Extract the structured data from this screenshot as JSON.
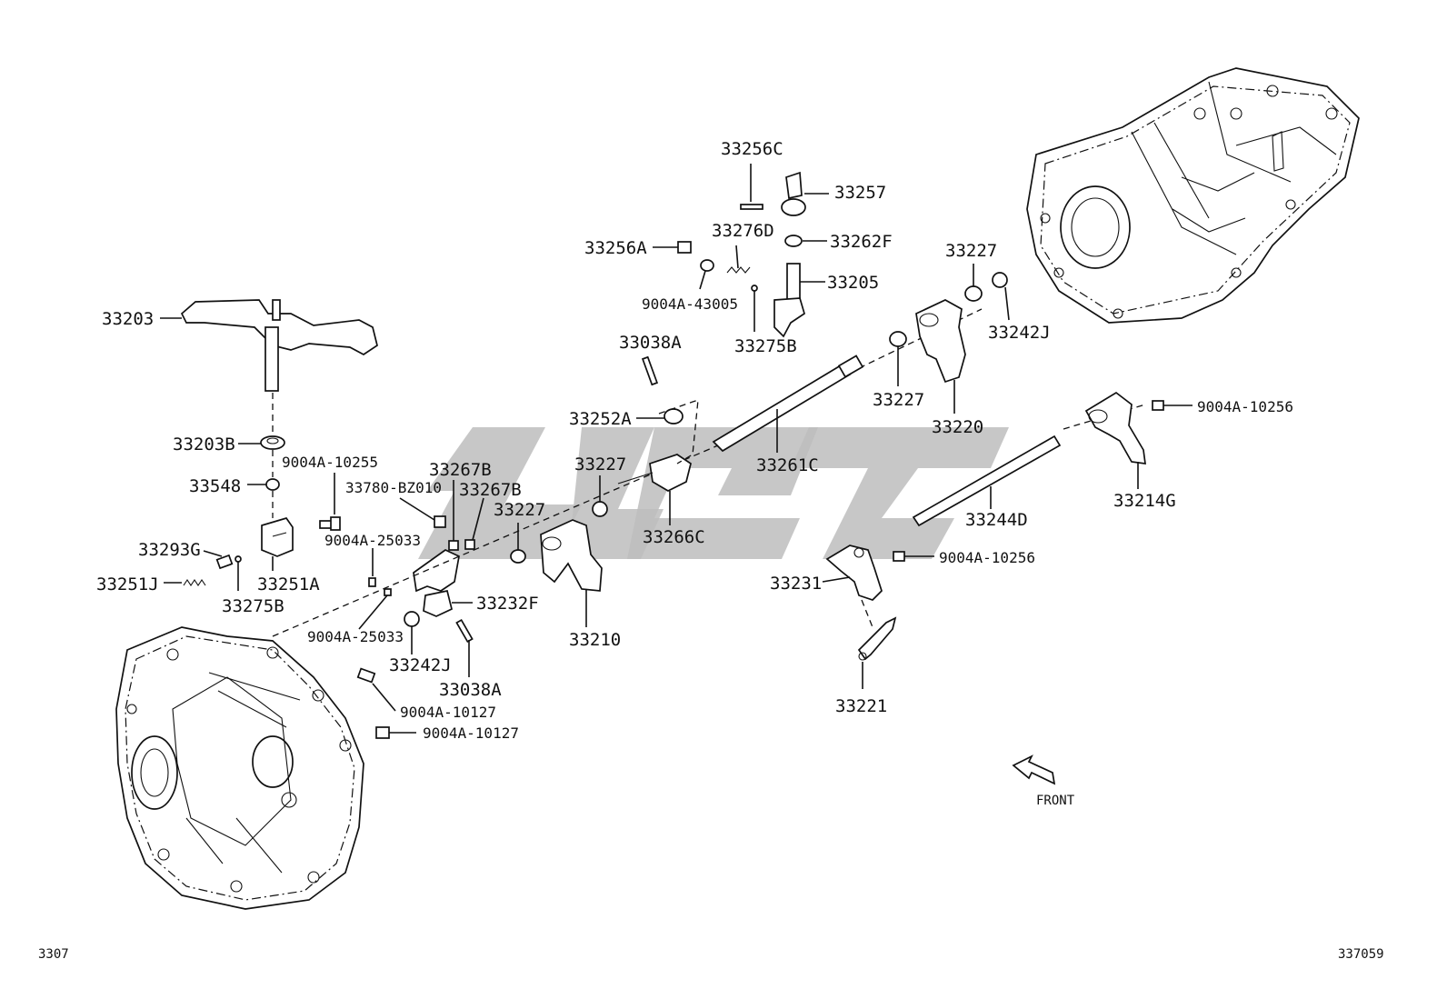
{
  "diagram": {
    "labels": {
      "p33256C": "33256C",
      "p33257": "33257",
      "p33276D": "33276D",
      "p33262F": "33262F",
      "p33256A": "33256A",
      "p33205": "33205",
      "p9004A_43005": "9004A-43005",
      "p33275B_top": "33275B",
      "p33227_topright": "33227",
      "p33242J_right": "33242J",
      "p33203": "33203",
      "p33038A_top": "33038A",
      "p33252A": "33252A",
      "p33227_mid": "33227",
      "p33220": "33220",
      "p9004A_10256_a": "9004A-10256",
      "p33203B": "33203B",
      "p9004A_10255": "9004A-10255",
      "p33267B_a": "33267B",
      "p33227_center": "33227",
      "p33261C": "33261C",
      "p33548": "33548",
      "p33780_BZ010": "33780-BZ010",
      "p33267B_b": "33267B",
      "p33214G": "33214G",
      "p33227_left": "33227",
      "p33244D": "33244D",
      "p9004A_25033_a": "9004A-25033",
      "p33266C": "33266C",
      "p33293G": "33293G",
      "p9004A_10256_b": "9004A-10256",
      "p33251J": "33251J",
      "p33251A": "33251A",
      "p33231": "33231",
      "p33275B_left": "33275B",
      "p33232F": "33232F",
      "p9004A_25033_b": "9004A-25033",
      "p33210": "33210",
      "p33242J_left": "33242J",
      "p33038A_bottom": "33038A",
      "p33221": "33221",
      "p9004A_10127_a": "9004A-10127",
      "p9004A_10127_b": "9004A-10127"
    },
    "front_label": "FRONT",
    "page_code_left": "3307",
    "page_code_right": "337059"
  }
}
